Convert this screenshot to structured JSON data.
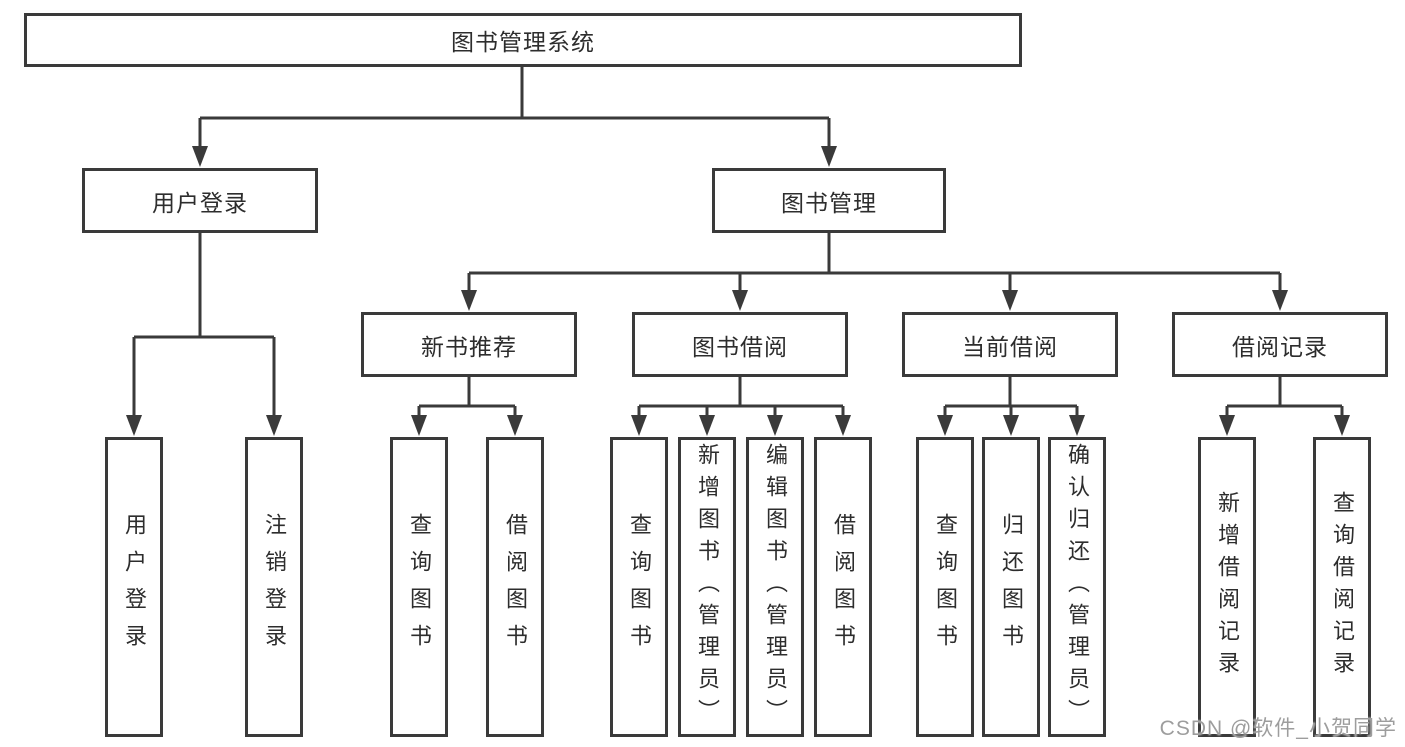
{
  "colors": {
    "line": "#3a3a3a",
    "text": "#2d2d2d",
    "background": "#ffffff",
    "watermark": "#9d9d9d"
  },
  "watermark": {
    "text": "CSDN @软件_小贺同学"
  },
  "tree": {
    "label": "图书管理系统",
    "children": [
      {
        "label": "用户登录",
        "children": [
          {
            "label": "用户登录"
          },
          {
            "label": "注销登录"
          }
        ]
      },
      {
        "label": "图书管理",
        "children": [
          {
            "label": "新书推荐",
            "children": [
              {
                "label": "查询图书"
              },
              {
                "label": "借阅图书"
              }
            ]
          },
          {
            "label": "图书借阅",
            "children": [
              {
                "label": "查询图书"
              },
              {
                "label": "新增图书（管理员）"
              },
              {
                "label": "编辑图书（管理员）"
              },
              {
                "label": "借阅图书"
              }
            ]
          },
          {
            "label": "当前借阅",
            "children": [
              {
                "label": "查询图书"
              },
              {
                "label": "归还图书"
              },
              {
                "label": "确认归还（管理员）"
              }
            ]
          },
          {
            "label": "借阅记录",
            "children": [
              {
                "label": "新增借阅记录"
              },
              {
                "label": "查询借阅记录"
              }
            ]
          }
        ]
      }
    ]
  }
}
